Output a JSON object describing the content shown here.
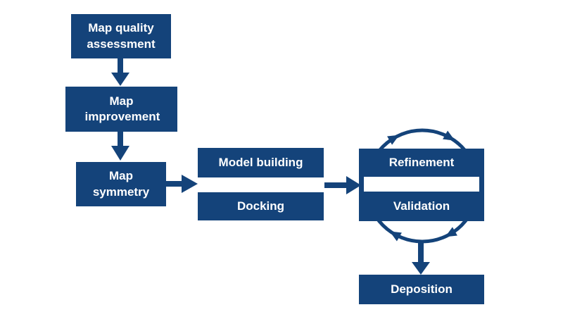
{
  "colors": {
    "accent": "#14437a",
    "text_on_accent": "#ffffff",
    "background": "#ffffff"
  },
  "diagram": {
    "description": "Cryo-EM map-to-model workflow flowchart",
    "nodes": {
      "map_quality": {
        "label": "Map quality assessment"
      },
      "map_improvement": {
        "label": "Map improvement"
      },
      "map_symmetry": {
        "label": "Map symmetry"
      },
      "model_building": {
        "label": "Model building"
      },
      "docking": {
        "label": "Docking"
      },
      "refinement": {
        "label": "Refinement"
      },
      "validation": {
        "label": "Validation"
      },
      "deposition": {
        "label": "Deposition"
      }
    },
    "edges": [
      {
        "from": "Map quality assessment",
        "to": "Map improvement",
        "style": "straight-down-arrow"
      },
      {
        "from": "Map improvement",
        "to": "Map symmetry",
        "style": "straight-down-arrow"
      },
      {
        "from": "Map symmetry",
        "to": "Model building / Docking",
        "style": "straight-right-arrow"
      },
      {
        "from": "Model building / Docking",
        "to": "Refinement / Validation",
        "style": "straight-right-arrow"
      },
      {
        "from": "Refinement",
        "to": "Validation",
        "style": "circular-cycle-clockwise-4-arrowheads"
      },
      {
        "from": "Validation",
        "to": "Deposition",
        "style": "straight-down-arrow"
      }
    ]
  }
}
